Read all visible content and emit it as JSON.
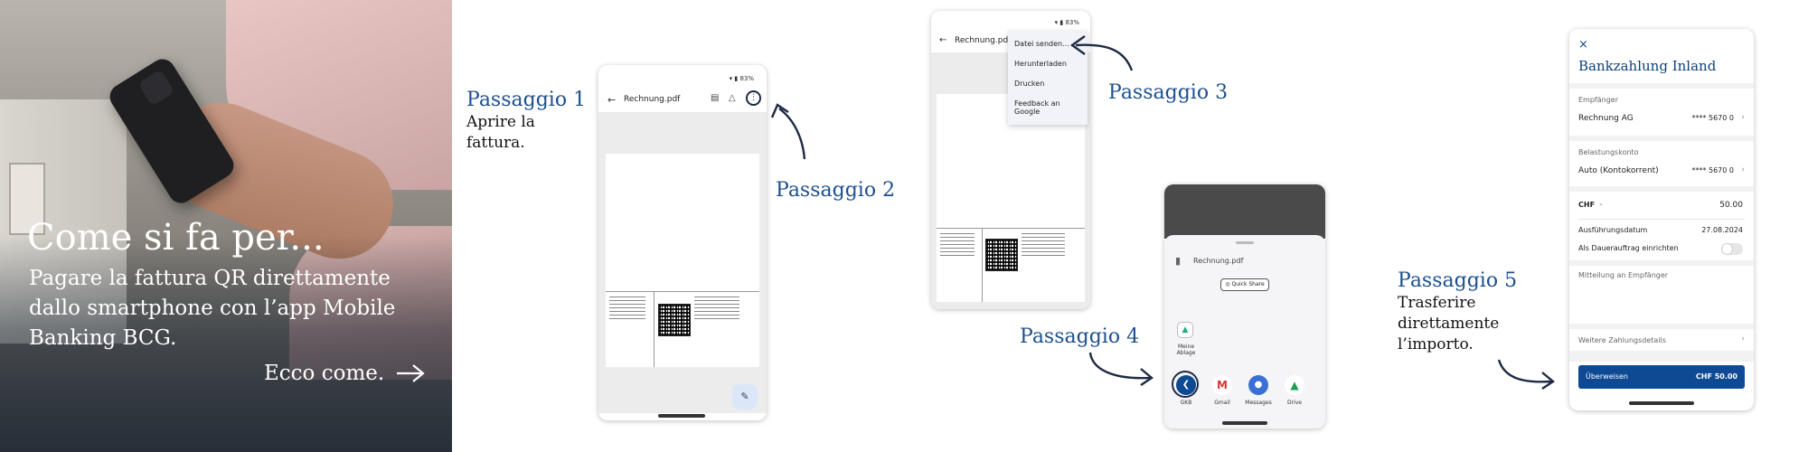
{
  "hero": {
    "title": "Come si fa per...",
    "subtitle": "Pagare la fattura QR direttamente dallo smartphone con l’app Mobile Banking BCG.",
    "cta": "Ecco come."
  },
  "steps": [
    {
      "title": "Passaggio 1",
      "text": "Aprire la fattura."
    },
    {
      "title": "Passaggio 2",
      "text": ""
    },
    {
      "title": "Passaggio 3",
      "text": ""
    },
    {
      "title": "Passaggio 4",
      "text": ""
    },
    {
      "title": "Passaggio 5",
      "text": "Trasferire direttamente l’importo."
    }
  ],
  "phone1": {
    "status": "▾ ▮ 83%",
    "file_title": "Rechnung.pdf",
    "more_icon": "more-vertical-icon"
  },
  "phone3": {
    "status": "▾ ▮ 83%",
    "file_title": "Rechnung.pdf",
    "menu": [
      "Datei senden...",
      "Herunterladen",
      "Drucken",
      "Feedback an Google"
    ]
  },
  "phone4": {
    "file_title": "Rechnung.pdf",
    "quick_share": "Quick Share",
    "storage_label": "Meine Ablage",
    "apps": [
      "GKB",
      "Gmail",
      "Messages",
      "Drive"
    ]
  },
  "phone5": {
    "close": "×",
    "title": "Bankzahlung Inland",
    "recipient_label": "Empfänger",
    "recipient_name": "Rechnung AG",
    "recipient_account": "**** 5670 0",
    "debit_label": "Belastungskonto",
    "debit_name": "Auto (Kontokorrent)",
    "debit_account": "**** 5670 0",
    "currency": "CHF",
    "amount": "50.00",
    "date_label": "Ausführungsdatum",
    "date_value": "27.08.2024",
    "standing_order_label": "Als Dauerauftrag einrichten",
    "message_label": "Mitteilung an Empfänger",
    "more_details": "Weitere Zahlungsdetails",
    "transfer_label": "Überweisen",
    "transfer_amount": "CHF 50.00"
  },
  "colors": {
    "accent_blue": "#1c4f8f",
    "button_blue": "#0d4a93",
    "arrow_navy": "#1f2a44"
  }
}
